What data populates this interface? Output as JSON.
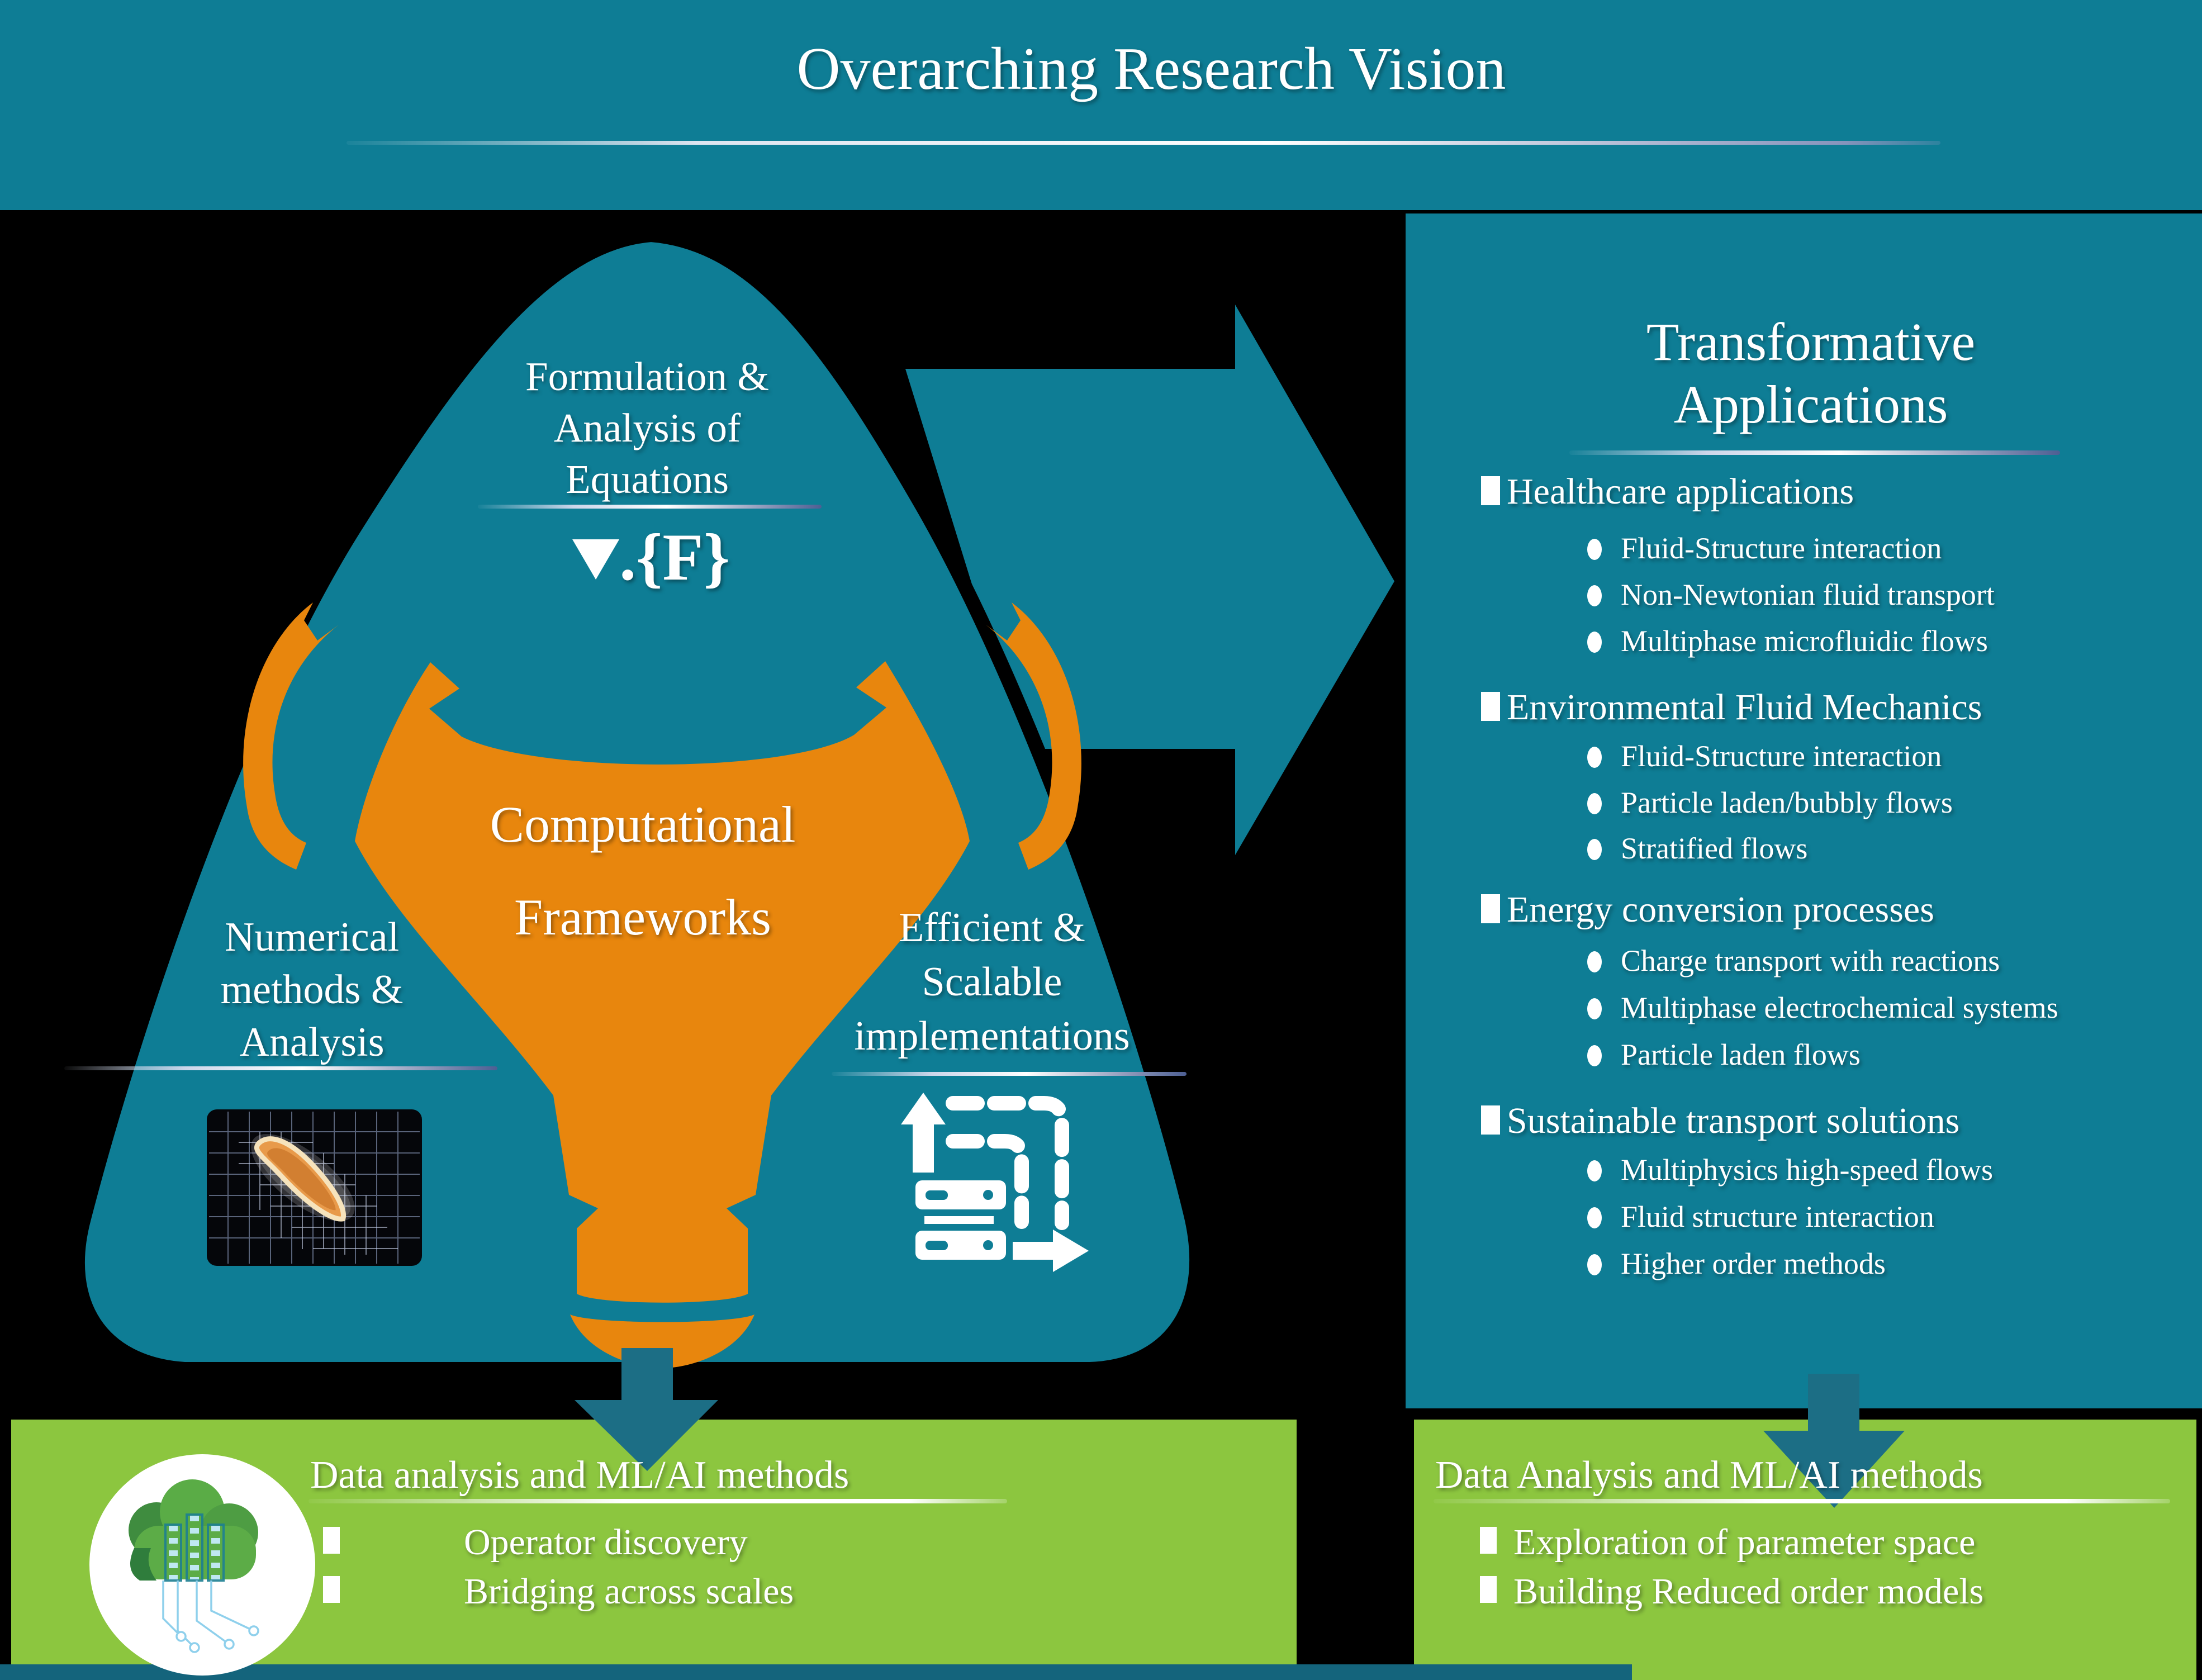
{
  "colors": {
    "teal": "#0E7D95",
    "teal_dark_arrow": "#1C6E85",
    "orange": "#E8860D",
    "green": "#8CC63F",
    "footer_bar": "#14647C",
    "background": "#000000",
    "text": "#FFFFFF"
  },
  "header": {
    "title": "Overarching Research Vision"
  },
  "vision_triangle": {
    "formulation": {
      "lines": [
        "Formulation &",
        "Analysis of",
        "Equations"
      ],
      "symbol": ".{F}"
    },
    "center": {
      "lines": [
        "Computational",
        "Frameworks"
      ]
    },
    "numerical": {
      "lines": [
        "Numerical",
        "methods &",
        "Analysis"
      ]
    },
    "efficient": {
      "lines": [
        "Efficient &",
        "Scalable",
        "implementations"
      ]
    }
  },
  "applications_panel": {
    "title_lines": [
      "Transformative",
      "Applications"
    ],
    "sections": [
      {
        "title": "Healthcare applications",
        "items": [
          "Fluid-Structure interaction",
          "Non-Newtonian fluid transport",
          "Multiphase microfluidic flows"
        ]
      },
      {
        "title": "Environmental Fluid Mechanics",
        "items": [
          "Fluid-Structure interaction",
          "Particle laden/bubbly flows",
          "Stratified flows"
        ]
      },
      {
        "title": "Energy conversion processes",
        "items": [
          "Charge transport with reactions",
          "Multiphase electrochemical systems",
          "Particle laden flows"
        ]
      },
      {
        "title": "Sustainable transport solutions",
        "items": [
          "Multiphysics high-speed flows",
          "Fluid structure interaction",
          "Higher order methods"
        ]
      }
    ]
  },
  "ml_panel_left": {
    "title": "Data analysis and ML/AI methods",
    "items": [
      "Operator discovery",
      "Bridging across scales"
    ]
  },
  "ml_panel_right": {
    "title": "Data Analysis and ML/AI methods",
    "items": [
      "Exploration of parameter space",
      "Building Reduced order models"
    ]
  }
}
